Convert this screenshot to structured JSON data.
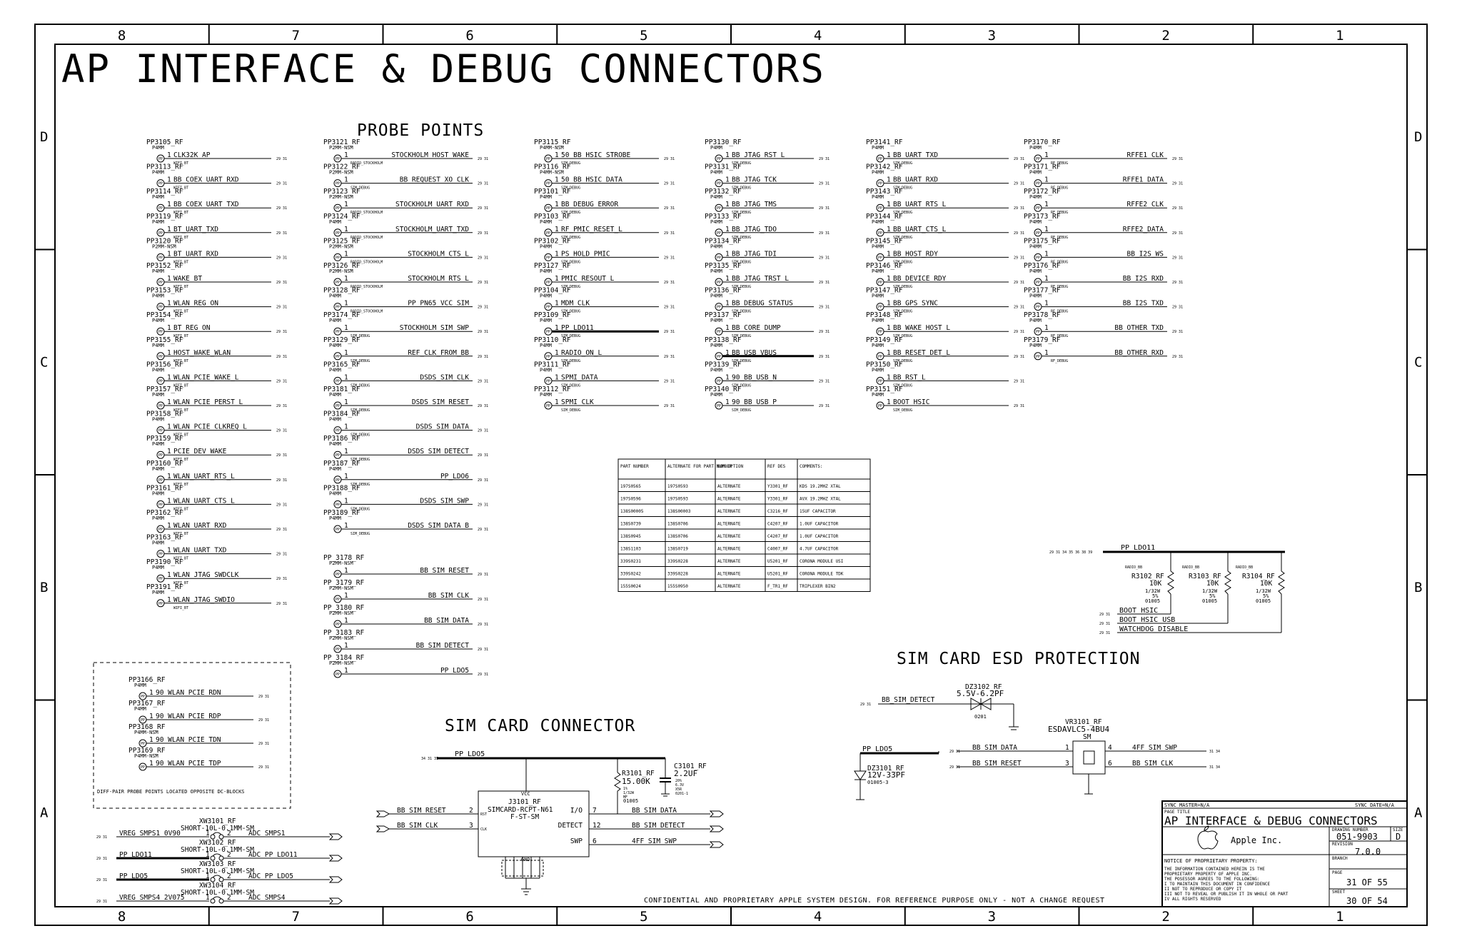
{
  "title": "AP INTERFACE & DEBUG CONNECTORS",
  "zone_columns": [
    "8",
    "7",
    "6",
    "5",
    "4",
    "3",
    "2",
    "1"
  ],
  "zone_rows": [
    "D",
    "C",
    "B",
    "A"
  ],
  "sections": {
    "probe_points": "PROBE POINTS",
    "sim_card_connector": "SIM CARD CONNECTOR",
    "sim_esd": "SIM CARD ESD PROTECTION"
  },
  "probe_columns": [
    [
      {
        "ref": "PP3105_RF",
        "pkg": "P4MM",
        "net": "CLK32K_AP",
        "grp": "WIFI_BT"
      },
      {
        "ref": "PP3113_RF",
        "pkg": "P4MM",
        "net": "BB_COEX_UART_RXD",
        "grp": "WIFI_BT"
      },
      {
        "ref": "PP3114_RF",
        "pkg": "P4MM",
        "net": "BB_COEX_UART_TXD",
        "grp": "WIFI_BT"
      },
      {
        "ref": "PP3119_RF",
        "pkg": "P4MM",
        "net": "BT_UART_TXD",
        "grp": "WIFI_BT"
      },
      {
        "ref": "PP3120_RF",
        "pkg": "P2MM-NSM",
        "net": "BT_UART_RXD",
        "grp": "WIFI_BT"
      },
      {
        "ref": "PP3152_RF",
        "pkg": "P4MM",
        "net": "WAKE_BT",
        "grp": "WIFI_BT"
      },
      {
        "ref": "PP3153_RF",
        "pkg": "P4MM",
        "net": "WLAN_REG_ON",
        "grp": "WIFI_BT"
      },
      {
        "ref": "PP3154_RF",
        "pkg": "P4MM",
        "net": "BT_REG_ON",
        "grp": "WIFI_BT"
      },
      {
        "ref": "PP3155_RF",
        "pkg": "P4MM",
        "net": "HOST_WAKE_WLAN",
        "grp": "WIFI_BT"
      },
      {
        "ref": "PP3156_RF",
        "pkg": "P4MM",
        "net": "WLAN_PCIE_WAKE_L",
        "grp": "WIFI_BT"
      },
      {
        "ref": "PP3157_RF",
        "pkg": "P4MM",
        "net": "WLAN_PCIE_PERST_L",
        "grp": "WIFI_BT"
      },
      {
        "ref": "PP3158_RF",
        "pkg": "P4MM",
        "net": "WLAN_PCIE_CLKREQ_L",
        "grp": "WIFI_BT"
      },
      {
        "ref": "PP3159_RF",
        "pkg": "P4MM",
        "net": "PCIE_DEV_WAKE",
        "grp": "WIFI_BT"
      },
      {
        "ref": "PP3160_RF",
        "pkg": "P4MM",
        "net": "WLAN_UART_RTS_L",
        "grp": "WIFI_BT"
      },
      {
        "ref": "PP3161_RF",
        "pkg": "P4MM",
        "net": "WLAN_UART_CTS_L",
        "grp": "WIFI_BT"
      },
      {
        "ref": "PP3162_RF",
        "pkg": "P4MM",
        "net": "WLAN_UART_RXD",
        "grp": "WIFI_BT"
      },
      {
        "ref": "PP3163_RF",
        "pkg": "P4MM",
        "net": "WLAN_UART_TXD",
        "grp": "WIFI_BT"
      },
      {
        "ref": "PP3190_RF",
        "pkg": "P4MM",
        "net": "WLAN_JTAG_SWDCLK",
        "grp": "WIFI_BT"
      },
      {
        "ref": "PP3191_RF",
        "pkg": "P4MM",
        "net": "WLAN_JTAG_SWDIO",
        "grp": "WIFI_BT"
      }
    ],
    [
      {
        "ref": "PP3121_RF",
        "pkg": "P2MM-NSM",
        "net": "STOCKHOLM_HOST_WAKE",
        "grp": "RADIO_STOCKHOLM"
      },
      {
        "ref": "PP3122_RF",
        "pkg": "P2MM-NSM",
        "net": "BB_REQUEST_XO_CLK",
        "grp": "SIM_DEBUG"
      },
      {
        "ref": "PP3123_RF",
        "pkg": "P2MM-NSM",
        "net": "STOCKHOLM_UART_RXD",
        "grp": "RADIO_STOCKHOLM"
      },
      {
        "ref": "PP3124_RF",
        "pkg": "P4MM",
        "net": "STOCKHOLM_UART_TXD",
        "grp": "RADIO_STOCKHOLM"
      },
      {
        "ref": "PP3125_RF",
        "pkg": "P2MM-NSM",
        "net": "STOCKHOLM_CTS_L",
        "grp": "RADIO_STOCKHOLM"
      },
      {
        "ref": "PP3126_RF",
        "pkg": "P2MM-NSM",
        "net": "STOCKHOLM_RTS_L",
        "grp": "RADIO_STOCKHOLM"
      },
      {
        "ref": "PP3128_RF",
        "pkg": "P4MM",
        "net": "PP_PN65_VCC_SIM",
        "grp": "RADIO_STOCKHOLM"
      },
      {
        "ref": "PP3174_RF",
        "pkg": "P4MM",
        "net": "STOCKHOLM_SIM_SWP",
        "grp": "SIM_DEBUG"
      },
      {
        "ref": "PP3129_RF",
        "pkg": "P4MM",
        "net": "REF_CLK_FROM_BB",
        "grp": "SIM_DEBUG"
      },
      {
        "ref": "PP3165_RF",
        "pkg": "P4MM",
        "net": "DSDS_SIM_CLK",
        "grp": "SIM_DEBUG"
      },
      {
        "ref": "PP3181_RF",
        "pkg": "P4MM",
        "net": "DSDS_SIM_RESET",
        "grp": "SIM_DEBUG"
      },
      {
        "ref": "PP3184_RF",
        "pkg": "P4MM",
        "net": "DSDS_SIM_DATA",
        "grp": "SIM_DEBUG"
      },
      {
        "ref": "PP3186_RF",
        "pkg": "P4MM",
        "net": "DSDS_SIM_DETECT",
        "grp": "SIM_DEBUG"
      },
      {
        "ref": "PP3187_RF",
        "pkg": "P4MM",
        "net": "PP_LDO6",
        "grp": "SIM_DEBUG"
      },
      {
        "ref": "PP3188_RF",
        "pkg": "P4MM",
        "net": "DSDS_SIM_SWP",
        "grp": "SIM_DEBUG"
      },
      {
        "ref": "PP3189_RF",
        "pkg": "P4MM",
        "net": "DSDS_SIM_DATA_B",
        "grp": "SIM_DEBUG"
      }
    ],
    [
      {
        "ref": "PP3115_RF",
        "pkg": "P4MM-NSM",
        "net": "50_BB_HSIC_STROBE",
        "grp": "SIM_DEBUG"
      },
      {
        "ref": "PP3116_RF",
        "pkg": "P4MM-NSM",
        "net": "50_BB_HSIC_DATA",
        "grp": "SIM_DEBUG"
      },
      {
        "ref": "PP3101_RF",
        "pkg": "P4MM",
        "net": "BB_DEBUG_ERROR",
        "grp": "SIM_DEBUG"
      },
      {
        "ref": "PP3103_RF",
        "pkg": "P4MM",
        "net": "RF_PMIC_RESET_L",
        "grp": "SIM_DEBUG"
      },
      {
        "ref": "PP3102_RF",
        "pkg": "P4MM",
        "net": "PS_HOLD_PMIC",
        "grp": "SIM_DEBUG"
      },
      {
        "ref": "PP3127_RF",
        "pkg": "P4MM",
        "net": "PMIC_RESOUT_L",
        "grp": "SIM_DEBUG"
      },
      {
        "ref": "PP3104_RF",
        "pkg": "P4MM",
        "net": "MDM_CLK",
        "grp": "SIM_DEBUG"
      },
      {
        "ref": "PP3109_RF",
        "pkg": "P4MM",
        "net": "PP_LDO11",
        "grp": "SIM_DEBUG"
      },
      {
        "ref": "PP3110_RF",
        "pkg": "P4MM",
        "net": "RADIO_ON_L",
        "grp": "SIM_DEBUG"
      },
      {
        "ref": "PP3111_RF",
        "pkg": "P4MM",
        "net": "SPMI_DATA",
        "grp": "SIM_DEBUG"
      },
      {
        "ref": "PP3112_RF",
        "pkg": "P4MM",
        "net": "SPMI_CLK",
        "grp": "SIM_DEBUG"
      }
    ],
    [
      {
        "ref": "PP3130_RF",
        "pkg": "P4MM",
        "net": "BB_JTAG_RST_L",
        "grp": "SIM_DEBUG"
      },
      {
        "ref": "PP3131_RF",
        "pkg": "P4MM",
        "net": "BB_JTAG_TCK",
        "grp": "SIM_DEBUG"
      },
      {
        "ref": "PP3132_RF",
        "pkg": "P4MM",
        "net": "BB_JTAG_TMS",
        "grp": "SIM_DEBUG"
      },
      {
        "ref": "PP3133_RF",
        "pkg": "P4MM",
        "net": "BB_JTAG_TDO",
        "grp": "SIM_DEBUG"
      },
      {
        "ref": "PP3134_RF",
        "pkg": "P4MM",
        "net": "BB_JTAG_TDI",
        "grp": "SIM_DEBUG"
      },
      {
        "ref": "PP3135_RF",
        "pkg": "P4MM",
        "net": "BB_JTAG_TRST_L",
        "grp": "SIM_DEBUG"
      },
      {
        "ref": "PP3136_RF",
        "pkg": "P4MM",
        "net": "BB_DEBUG_STATUS",
        "grp": "SIM_DEBUG"
      },
      {
        "ref": "PP3137_RF",
        "pkg": "P4MM",
        "net": "BB_CORE_DUMP",
        "grp": "SIM_DEBUG"
      },
      {
        "ref": "PP3138_RF",
        "pkg": "P4MM",
        "net": "BB_USB_VBUS",
        "grp": "SIM_DEBUG"
      },
      {
        "ref": "PP3139_RF",
        "pkg": "P4MM",
        "net": "90_BB_USB_N",
        "grp": "SIM_DEBUG"
      },
      {
        "ref": "PP3140_RF",
        "pkg": "P4MM",
        "net": "90_BB_USB_P",
        "grp": "SIM_DEBUG"
      }
    ],
    [
      {
        "ref": "PP3141_RF",
        "pkg": "P4MM",
        "net": "BB_UART_TXD",
        "grp": "SIM_DEBUG"
      },
      {
        "ref": "PP3142_RF",
        "pkg": "P4MM",
        "net": "BB_UART_RXD",
        "grp": "SIM_DEBUG"
      },
      {
        "ref": "PP3143_RF",
        "pkg": "P4MM",
        "net": "BB_UART_RTS_L",
        "grp": "SIM_DEBUG"
      },
      {
        "ref": "PP3144_RF",
        "pkg": "P4MM",
        "net": "BB_UART_CTS_L",
        "grp": "SIM_DEBUG"
      },
      {
        "ref": "PP3145_RF",
        "pkg": "P4MM",
        "net": "BB_HOST_RDY",
        "grp": "SIM_DEBUG"
      },
      {
        "ref": "PP3146_RF",
        "pkg": "P4MM",
        "net": "BB_DEVICE_RDY",
        "grp": "SIM_DEBUG"
      },
      {
        "ref": "PP3147_RF",
        "pkg": "P4MM",
        "net": "BB_GPS_SYNC",
        "grp": "SIM_DEBUG"
      },
      {
        "ref": "PP3148_RF",
        "pkg": "P4MM",
        "net": "BB_WAKE_HOST_L",
        "grp": "SIM_DEBUG"
      },
      {
        "ref": "PP3149_RF",
        "pkg": "P4MM",
        "net": "BB_RESET_DET_L",
        "grp": "SIM_DEBUG"
      },
      {
        "ref": "PP3150_RF",
        "pkg": "P4MM",
        "net": "BB_RST_L",
        "grp": "SIM_DEBUG"
      },
      {
        "ref": "PP3151_RF",
        "pkg": "P4MM",
        "net": "BOOT_HSIC",
        "grp": "SIM_DEBUG"
      }
    ],
    [
      {
        "ref": "PP3170_RF",
        "pkg": "P4MM",
        "net": "RFFE1_CLK",
        "grp": "RF_DEBUG"
      },
      {
        "ref": "PP3171_RF",
        "pkg": "P4MM",
        "net": "RFFE1_DATA",
        "grp": "RF_DEBUG"
      },
      {
        "ref": "PP3172_RF",
        "pkg": "P4MM",
        "net": "RFFE2_CLK",
        "grp": "RF_DEBUG"
      },
      {
        "ref": "PP3173_RF",
        "pkg": "P4MM",
        "net": "RFFE2_DATA",
        "grp": "RF_DEBUG"
      },
      {
        "ref": "PP3175_RF",
        "pkg": "P4MM",
        "net": "BB_I2S_WS",
        "grp": "RF_DEBUG"
      },
      {
        "ref": "PP3176_RF",
        "pkg": "P4MM",
        "net": "BB_I2S_RXD",
        "grp": "RF_DEBUG"
      },
      {
        "ref": "PP3177_RF",
        "pkg": "P4MM",
        "net": "BB_I2S_TXD",
        "grp": "RF_DEBUG"
      },
      {
        "ref": "PP3178_RF",
        "pkg": "P4MM",
        "net": "BB_OTHER_TXD",
        "grp": "RF_DEBUG"
      },
      {
        "ref": "PP3179_RF",
        "pkg": "P4MM",
        "net": "BB_OTHER_RXD",
        "grp": "RF_DEBUG"
      }
    ]
  ],
  "sim_probes": [
    {
      "ref": "PP_3178_RF",
      "pkg": "P2MM-NSM",
      "net": "BB_SIM_RESET"
    },
    {
      "ref": "PP_3179_RF",
      "pkg": "P2MM-NSM",
      "net": "BB_SIM_CLK"
    },
    {
      "ref": "PP_3180_RF",
      "pkg": "P2MM-NSM",
      "net": "BB_SIM_DATA"
    },
    {
      "ref": "PP_3183_RF",
      "pkg": "P2MM-NSM",
      "net": "BB_SIM_DETECT"
    },
    {
      "ref": "PP_3184_RF",
      "pkg": "P2MM-NSM",
      "net": "PP_LDO5"
    }
  ],
  "diff_probes": {
    "items": [
      {
        "ref": "PP3166_RF",
        "pkg": "P4MM",
        "net": "90_WLAN_PCIE_RDN",
        "grp": "WIFI_BT"
      },
      {
        "ref": "PP3167_RF",
        "pkg": "P4MM",
        "net": "90_WLAN_PCIE_RDP",
        "grp": "WIFI_BT"
      },
      {
        "ref": "PP3168_RF",
        "pkg": "P4MM-NSM",
        "net": "90_WLAN_PCIE_TDN",
        "grp": "WIFI_BT"
      },
      {
        "ref": "PP3169_RF",
        "pkg": "P4MM-NSM",
        "net": "90_WLAN_PCIE_TDP",
        "grp": "WIFI_BT"
      }
    ],
    "note": "DIFF-PAIR PROBE POINTS LOCATED OPPOSITE DC-BLOCKS"
  },
  "parts_table": {
    "headers": [
      "PART NUMBER",
      "ALTERNATE FOR PART NUMBER",
      "BOM OPTION",
      "REF DES",
      "COMMENTS:"
    ],
    "rows": [
      [
        "197S0565",
        "197S0593",
        "ALTERNATE",
        "Y3301_RF",
        "KDS 19.2MHZ XTAL"
      ],
      [
        "197S0596",
        "197S0593",
        "ALTERNATE",
        "Y3301_RF",
        "AVX 19.2MHZ XTAL"
      ],
      [
        "138S00005",
        "138S00003",
        "ALTERNATE",
        "C3216_RF",
        "15UF CAPACITOR"
      ],
      [
        "138S0739",
        "138S0706",
        "ALTERNATE",
        "C4207_RF",
        "1.0UF CAPACITOR"
      ],
      [
        "138S0945",
        "138S0706",
        "ALTERNATE",
        "C4207_RF",
        "1.0UF CAPACITOR"
      ],
      [
        "138S1103",
        "138S0719",
        "ALTERNATE",
        "C4007_RF",
        "4.7UF CAPACITOR"
      ],
      [
        "339S0231",
        "339S0228",
        "ALTERNATE",
        "U5201_RF",
        "CORONA MODULE USI"
      ],
      [
        "339S0242",
        "339S0228",
        "ALTERNATE",
        "U5201_RF",
        "CORONA MODULE TDK"
      ],
      [
        "155S0024",
        "155S0950",
        "ALTERNATE",
        "F_TR1_RF",
        "TRIPLEXER BIN2"
      ]
    ]
  },
  "pullups": {
    "rail": "PP_LDO11",
    "resistors": [
      {
        "grp": "RADIO_BB",
        "ref": "R3102_RF",
        "val": "10K",
        "tol": "1/32W",
        "pct": "5%",
        "pkg": "01005"
      },
      {
        "grp": "RADIO_BB",
        "ref": "R3103_RF",
        "val": "10K",
        "tol": "1/32W",
        "pct": "5%",
        "pkg": "01005"
      },
      {
        "grp": "RADIO_BB",
        "ref": "R3104_RF",
        "val": "10K",
        "tol": "1/32W",
        "pct": "5%",
        "pkg": "01005"
      }
    ],
    "nets": [
      "BOOT_HSIC",
      "BOOT_HSIC_USB",
      "WATCHDOG_DISABLE"
    ]
  },
  "sim_connector": {
    "rail": "PP_LDO5",
    "ref": "J3101_RF",
    "part": "SIMCARD-RCPT-N61",
    "pkg": "F-ST-SM",
    "vcc": "VCC",
    "gnd": "GND",
    "pins_left": [
      {
        "num": "2",
        "name": "RST",
        "net": "BB_SIM_RESET"
      },
      {
        "num": "3",
        "name": "CLK",
        "net": "BB_SIM_CLK"
      }
    ],
    "pins_right": [
      {
        "num": "7",
        "name": "I/O",
        "net": "BB_SIM_DATA"
      },
      {
        "num": "12",
        "name": "DETECT",
        "net": "BB_SIM_DETECT"
      },
      {
        "num": "6",
        "name": "SWP",
        "net": "4FF_SIM_SWP"
      }
    ],
    "r": {
      "ref": "R3101_RF",
      "val": "15.00K",
      "a": "1%",
      "b": "1/32W",
      "c": "MF",
      "d": "01005"
    },
    "c": {
      "ref": "C3101_RF",
      "val": "2.2UF",
      "a": "20%",
      "b": "6.3V",
      "c": "X5R",
      "d": "0201-1"
    }
  },
  "esd": {
    "diode": {
      "ref": "DZ3102_RF",
      "val": "5.5V-6.2PF",
      "pkg": "0201",
      "net": "BB_SIM_DETECT"
    },
    "diode2": {
      "ref": "DZ3101_RF",
      "val": "12V-33PF",
      "pkg": "01005-3"
    },
    "rail": "PP_LDO5",
    "chip": {
      "ref": "VR3101_RF",
      "part": "ESDAVLC5-4BU4",
      "pkg": "SM"
    },
    "left_nets": [
      "BB_SIM_DATA",
      "BB_SIM_RESET"
    ],
    "right_nets": [
      "4FF_SIM_SWP",
      "BB_SIM_CLK"
    ]
  },
  "shorts": [
    {
      "ref": "XW3101_RF",
      "part": "SHORT-10L-0.1MM-SM",
      "left": "VREG_SMPS1_0V90",
      "right": "ADC_SMPS1"
    },
    {
      "ref": "XW3102_RF",
      "part": "SHORT-10L-0.1MM-SM",
      "left": "PP_LDO11",
      "right": "ADC_PP_LDO11"
    },
    {
      "ref": "XW3103_RF",
      "part": "SHORT-10L-0.1MM-SM",
      "left": "PP_LDO5",
      "right": "ADC_PP_LDO5"
    },
    {
      "ref": "XW3104_RF",
      "part": "SHORT-10L-0.1MM-SM",
      "left": "VREG_SMPS4_2V075",
      "right": "ADC_SMPS4"
    }
  ],
  "title_block": {
    "sync_master": "SYNC_MASTER=N/A",
    "sync_date": "SYNC_DATE=N/A",
    "page_title_label": "PAGE TITLE",
    "page_title": "AP INTERFACE & DEBUG CONNECTORS",
    "company": "Apple Inc.",
    "drawing_number_label": "DRAWING NUMBER",
    "drawing_number": "051-9903",
    "size_label": "SIZE",
    "size": "D",
    "revision_label": "REVISION",
    "revision": "7.0.0",
    "branch_label": "BRANCH",
    "page_label": "PAGE",
    "page": "31 OF 55",
    "sheet_label": "SHEET",
    "sheet": "30 OF 54",
    "notice": "NOTICE OF PROPRIETARY PROPERTY:",
    "notice_lines": [
      "THE INFORMATION CONTAINED HEREIN IS THE",
      "PROPRIETARY PROPERTY OF APPLE INC.",
      "THE POSESSOR AGREES TO THE FOLLOWING:",
      "I TO MAINTAIN THIS DOCUMENT IN CONFIDENCE",
      "II NOT TO REPRODUCE OR COPY IT",
      "III NOT TO REVEAL OR PUBLISH IT IN WHOLE OR PART",
      "IV ALL RIGHTS RESERVED"
    ]
  },
  "confidential": "CONFIDENTIAL AND PROPRIETARY APPLE SYSTEM DESIGN. FOR REFERENCE PURPOSE ONLY - NOT A CHANGE REQUEST"
}
